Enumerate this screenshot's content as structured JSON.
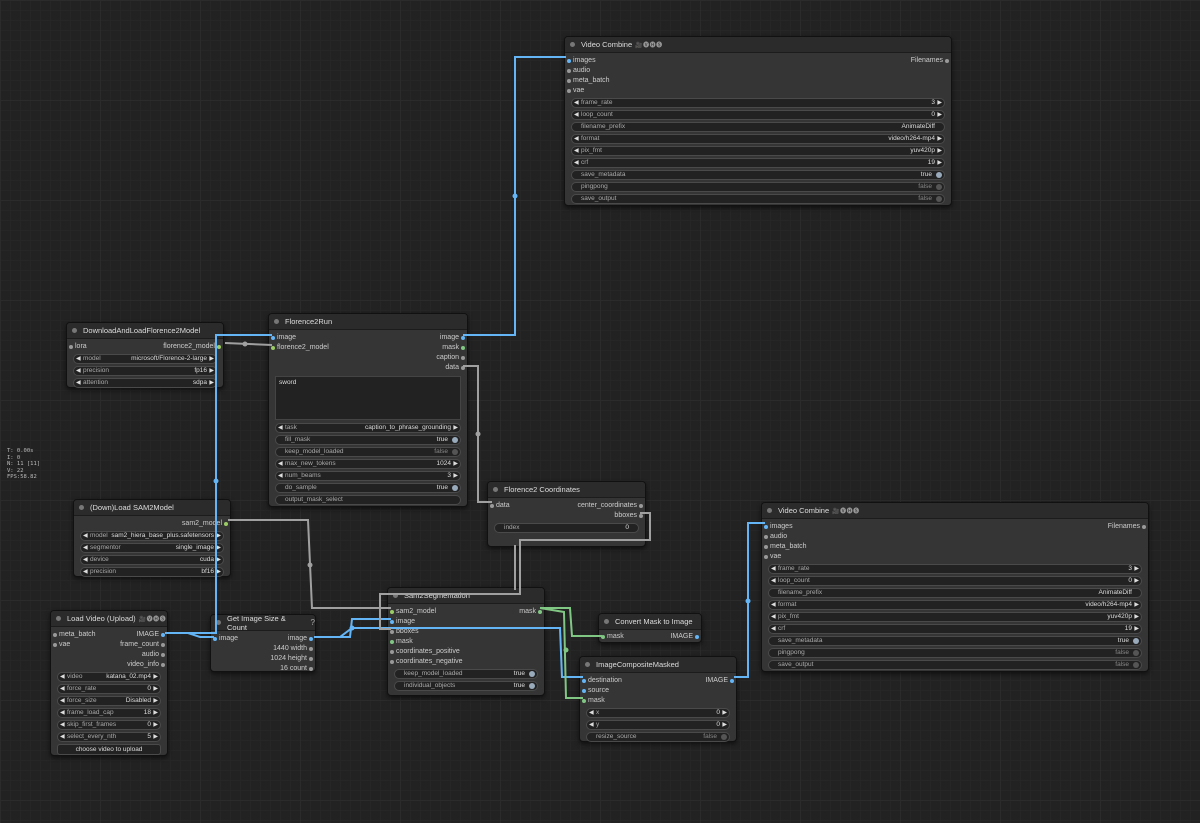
{
  "stats": {
    "l1": "T: 0.00s",
    "l2": "I: 0",
    "l3": "N: 11 [11]",
    "l4": "V: 22",
    "l5": "FPS:58.82"
  },
  "nodes": {
    "vc1": {
      "title": "Video Combine",
      "badge": "🎥🅥🅗🅢",
      "in_images": "images",
      "in_audio": "audio",
      "in_meta": "meta_batch",
      "in_vae": "vae",
      "out_filenames": "Filenames",
      "w": [
        {
          "l": "frame_rate",
          "v": "3"
        },
        {
          "l": "loop_count",
          "v": "0"
        },
        {
          "l": "filename_prefix",
          "v": "AnimateDiff"
        },
        {
          "l": "format",
          "v": "video/h264-mp4"
        },
        {
          "l": "pix_fmt",
          "v": "yuv420p"
        },
        {
          "l": "crf",
          "v": "19"
        },
        {
          "l": "save_metadata",
          "v": "true"
        },
        {
          "l": "pingpong",
          "v": "false"
        },
        {
          "l": "save_output",
          "v": "false"
        }
      ]
    },
    "vc2": {
      "title": "Video Combine",
      "badge": "🎥🅥🅗🅢",
      "in_images": "images",
      "in_audio": "audio",
      "in_meta": "meta_batch",
      "in_vae": "vae",
      "out_filenames": "Filenames",
      "w": [
        {
          "l": "frame_rate",
          "v": "3"
        },
        {
          "l": "loop_count",
          "v": "0"
        },
        {
          "l": "filename_prefix",
          "v": "AnimateDiff"
        },
        {
          "l": "format",
          "v": "video/h264-mp4"
        },
        {
          "l": "pix_fmt",
          "v": "yuv420p"
        },
        {
          "l": "crf",
          "v": "19"
        },
        {
          "l": "save_metadata",
          "v": "true"
        },
        {
          "l": "pingpong",
          "v": "false"
        },
        {
          "l": "save_output",
          "v": "false"
        }
      ]
    },
    "dl": {
      "title": "DownloadAndLoadFlorence2Model",
      "in_lora": "lora",
      "out_model": "florence2_model",
      "w": [
        {
          "l": "model",
          "v": "microsoft/Florence-2-large"
        },
        {
          "l": "precision",
          "v": "fp16"
        },
        {
          "l": "attention",
          "v": "sdpa"
        }
      ]
    },
    "fr": {
      "title": "Florence2Run",
      "in_image": "image",
      "in_model": "florence2_model",
      "out_image": "image",
      "out_mask": "mask",
      "out_caption": "caption",
      "out_data": "data",
      "text": "sword",
      "w": [
        {
          "l": "task",
          "v": "caption_to_phrase_grounding"
        },
        {
          "l": "fill_mask",
          "v": "true"
        },
        {
          "l": "keep_model_loaded",
          "v": "false"
        },
        {
          "l": "max_new_tokens",
          "v": "1024"
        },
        {
          "l": "num_beams",
          "v": "3"
        },
        {
          "l": "do_sample",
          "v": "true"
        },
        {
          "l": "output_mask_select",
          "v": ""
        }
      ]
    },
    "fc": {
      "title": "Florence2 Coordinates",
      "in_data": "data",
      "out_center": "center_coordinates",
      "out_bboxes": "bboxes",
      "w": [
        {
          "l": "index",
          "v": "0"
        }
      ]
    },
    "sam": {
      "title": "(Down)Load SAM2Model",
      "out_model": "sam2_model",
      "w": [
        {
          "l": "model",
          "v": "sam2_hiera_base_plus.safetensors"
        },
        {
          "l": "segmentor",
          "v": "single_image"
        },
        {
          "l": "device",
          "v": "cuda"
        },
        {
          "l": "precision",
          "v": "bf16"
        }
      ]
    },
    "lv": {
      "title": "Load Video (Upload)",
      "badge": "🎥🅥🅗🅢",
      "in_meta": "meta_batch",
      "in_vae": "vae",
      "out_image": "IMAGE",
      "out_frame": "frame_count",
      "out_audio": "audio",
      "out_info": "video_info",
      "w": [
        {
          "l": "video",
          "v": "katana_02.mp4"
        },
        {
          "l": "force_rate",
          "v": "0"
        },
        {
          "l": "force_size",
          "v": "Disabled"
        },
        {
          "l": "frame_load_cap",
          "v": "18"
        },
        {
          "l": "skip_first_frames",
          "v": "0"
        },
        {
          "l": "select_every_nth",
          "v": "5"
        }
      ],
      "button": "choose video to upload"
    },
    "gis": {
      "title": "Get Image Size & Count",
      "badge": "?",
      "in_image": "image",
      "out_image": "image",
      "out_width": "1440 width",
      "out_height": "1024 height",
      "out_count": "16 count"
    },
    "seg": {
      "title": "Sam2Segmentation",
      "in_model": "sam2_model",
      "in_image": "image",
      "in_bboxes": "bboxes",
      "in_mask": "mask",
      "in_pos": "coordinates_positive",
      "in_neg": "coordinates_negative",
      "out_mask": "mask",
      "w": [
        {
          "l": "keep_model_loaded",
          "v": "true"
        },
        {
          "l": "individual_objects",
          "v": "true"
        }
      ]
    },
    "cm": {
      "title": "Convert Mask to Image",
      "in_mask": "mask",
      "out_image": "IMAGE"
    },
    "icm": {
      "title": "ImageCompositeMasked",
      "in_dest": "destination",
      "in_src": "source",
      "in_mask": "mask",
      "out_image": "IMAGE",
      "w": [
        {
          "l": "x",
          "v": "0"
        },
        {
          "l": "y",
          "v": "0"
        },
        {
          "l": "resize_source",
          "v": "false"
        }
      ]
    }
  },
  "colors": {
    "image_link": "#64b5f6",
    "mask_link": "#81c784",
    "generic_link": "#a0a0a0"
  }
}
